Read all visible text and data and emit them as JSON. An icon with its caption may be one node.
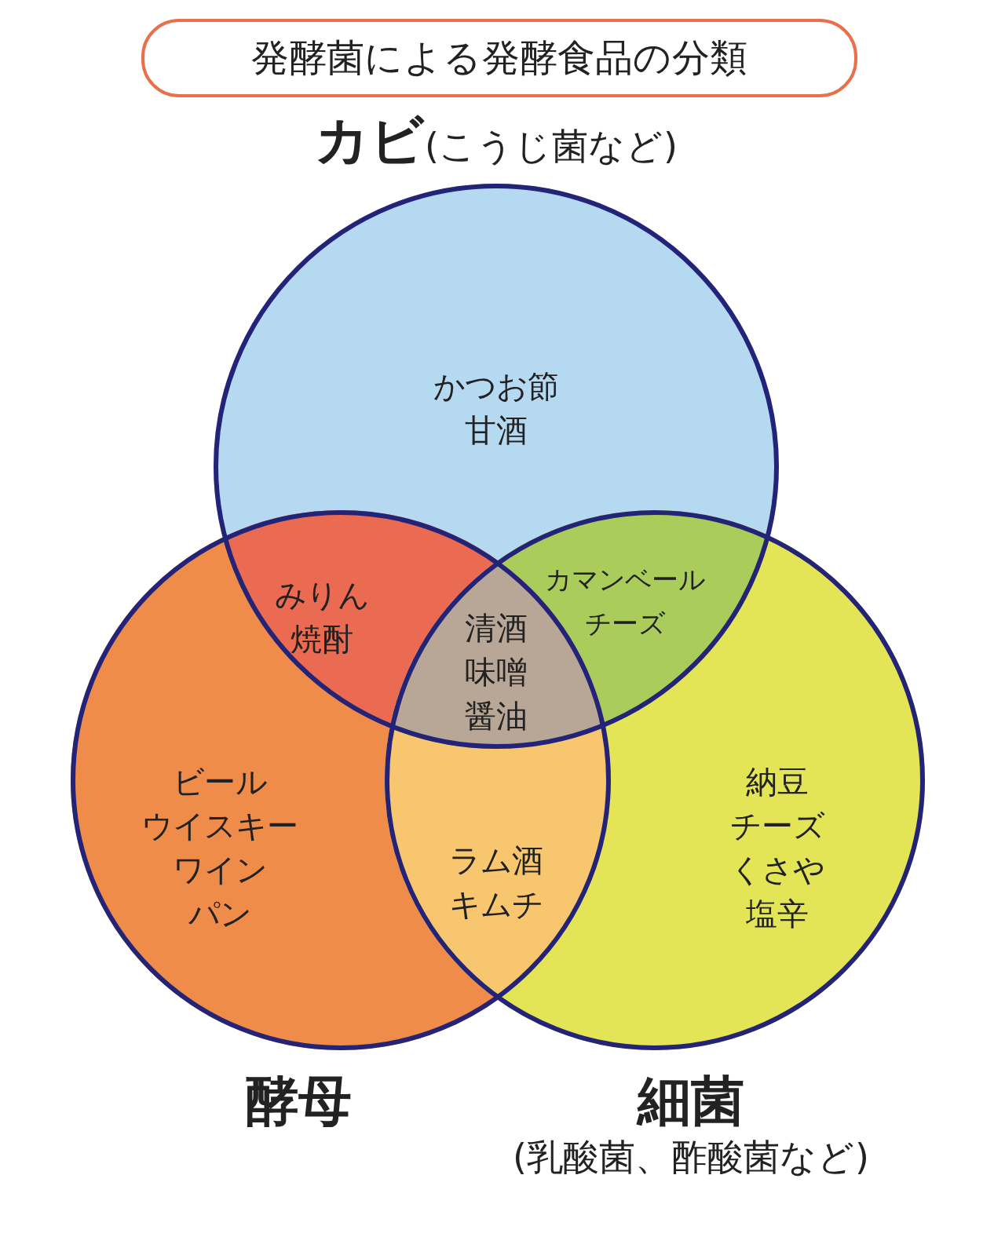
{
  "diagram": {
    "nodes": [
      {
        "text": [
          "発酵菌による発酵食品の分類"
        ]
      },
      {
        "text": [
          "カビ",
          "(こうじ菌など)"
        ]
      },
      {
        "text": [
          "酵母"
        ]
      },
      {
        "text": [
          "細菌",
          "(乳酸菌、酢酸菌など)"
        ]
      },
      {
        "text": [
          "かつお節",
          "甘酒"
        ],
        "in": 1
      },
      {
        "text": [
          "みりん",
          "焼酎"
        ]
      },
      {
        "text": [
          "カマンベール",
          "チーズ"
        ]
      },
      {
        "text": [
          "清酒",
          "味噌",
          "醤油"
        ]
      },
      {
        "text": [
          "ビール",
          "ウイスキー",
          "ワイン",
          "パン"
        ],
        "in": 2
      },
      {
        "text": [
          "ラム酒",
          "キムチ"
        ]
      },
      {
        "text": [
          "納豆",
          "チーズ",
          "くさや",
          "塩辛"
        ],
        "in": 3
      }
    ]
  }
}
